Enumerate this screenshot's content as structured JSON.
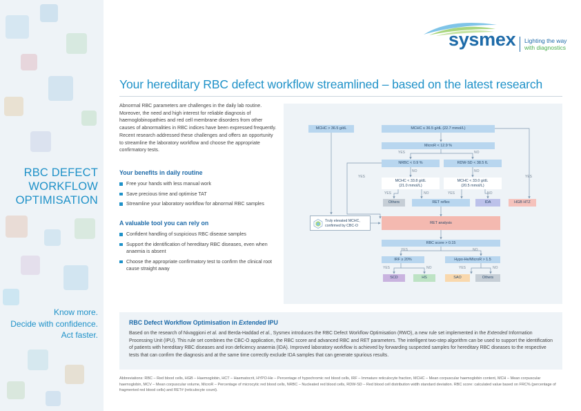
{
  "brand": {
    "name": "sysmex",
    "tagline_line1": "Lighting the way",
    "tagline_line2": "with diagnostics",
    "primary_color": "#1d6aa8",
    "accent_color": "#1e91c8",
    "green_color": "#4caf50"
  },
  "sidebar": {
    "title_lines": [
      "RBC DEFECT",
      "WORKFLOW",
      "OPTIMISATION"
    ],
    "tagline_lines": [
      "Know more.",
      "Decide with confidence.",
      "Act faster."
    ]
  },
  "headline": "Your hereditary RBC defect workflow streamlined – based on the latest research",
  "intro": "Abnormal RBC parameters are challenges in the daily lab routine. Moreover, the need and high interest for reliable diagnosis of haemoglobinopathies and red cell membrane disorders from other causes of abnormalities in RBC indices have been expressed frequently. Recent research addressed these challenges and offers an opportunity to streamline the laboratory workflow and choose the appropriate confirmatory tests.",
  "benefits": {
    "heading": "Your benefits in daily routine",
    "items": [
      "Free your hands with less manual work",
      "Save precious time and optimise TAT",
      "Streamline your laboratory workflow for abnormal RBC samples"
    ]
  },
  "tool": {
    "heading": "A valuable tool you can rely on",
    "items": [
      "Confident handling of suspicious RBC disease samples",
      "Support the identification of hereditary RBC diseases, even when anaemia is absent",
      "Choose the appropriate confirmatory test to confirm the clinical root cause straight away"
    ]
  },
  "flowchart": {
    "nodes": {
      "mchc_high": "MCHC > 36.5 g/dL",
      "mchc_low": "MCHC ≤ 36.5 g/dL (22.7 mmol/L)",
      "micror": "MicroR < 12.9 %",
      "nrbc": "NRBC < 0.9 %",
      "rdwsd": "RDW-SD < 38.5 fL",
      "mchc_a": "MCHC < 33.8 g/dL",
      "mchc_a2": "(21.0 mmol/L)",
      "mchc_b": "MCHC < 33.0 g/dL",
      "mchc_b2": "(20.5 mmol/L)",
      "others1": "Others",
      "ret_reflex": "RET reflex",
      "ida": "IDA",
      "hgbhtz": "HGB HTZ",
      "cbco_line1": "Truly elevated MCHC,",
      "cbco_line2": "confirmed by CBC-O",
      "ret_analysis": "RET analysis",
      "rbc_score": "RBC score > 0.15",
      "irf": "IRF ≥ 20%",
      "hypo": "Hypo-He/MicroR > 1.5",
      "scd": "SCD",
      "hs": "HS",
      "sao": "SAO",
      "others2": "Others"
    },
    "labels": {
      "yes": "YES",
      "no": "NO"
    }
  },
  "ipu": {
    "title_pre": "RBC Defect Workflow Optimisation in ",
    "title_em": "Extended",
    "title_post": " IPU",
    "body_1": "Based on the research of Nivaggioni ",
    "body_etal1": "et al.",
    "body_2": " and Berda-Haddad ",
    "body_etal2": "et al.",
    "body_3": ", Sysmex introduces the RBC Defect Workflow Optimisation (RWO), a new rule set implemented in the ",
    "body_ext": "Extended",
    "body_4": " Information Processing Unit (IPU). This rule set combines the CBC-O application, the RBC score and advanced RBC and RET parameters. The intelligent two-step algorithm can be used to support the identification of patients with hereditary RBC diseases and iron deficiency anaemia (IDA). Improved laboratory workflow is achieved by forwarding suspected samples for hereditary RBC diseases to the respective tests that can confirm the diagnosis and at the same time correctly exclude IDA samples that can generate spurious results."
  },
  "abbreviations": "Abbreviations: RBC – Red blood cells, HGB – Haemoglobin, HCT – Haematocrit, HYPO-He – Percentage of hypochromic red blood cells, IRF – Immature reticulocyte fraction, MCHC – Mean corpuscular haemoglobin content, MCH – Mean corpuscular haemoglobin, MCV – Mean corpuscular volume, MicroR – Percentage of microcytic red blood cells, NRBC – Nucleated red blood cells, RDW-SD – Red blood cell distribution width standard deviation. RBC score: calculated value based on FRC% (percentage of fragmented red blood cells) and RET# (reticulocyte count)."
}
